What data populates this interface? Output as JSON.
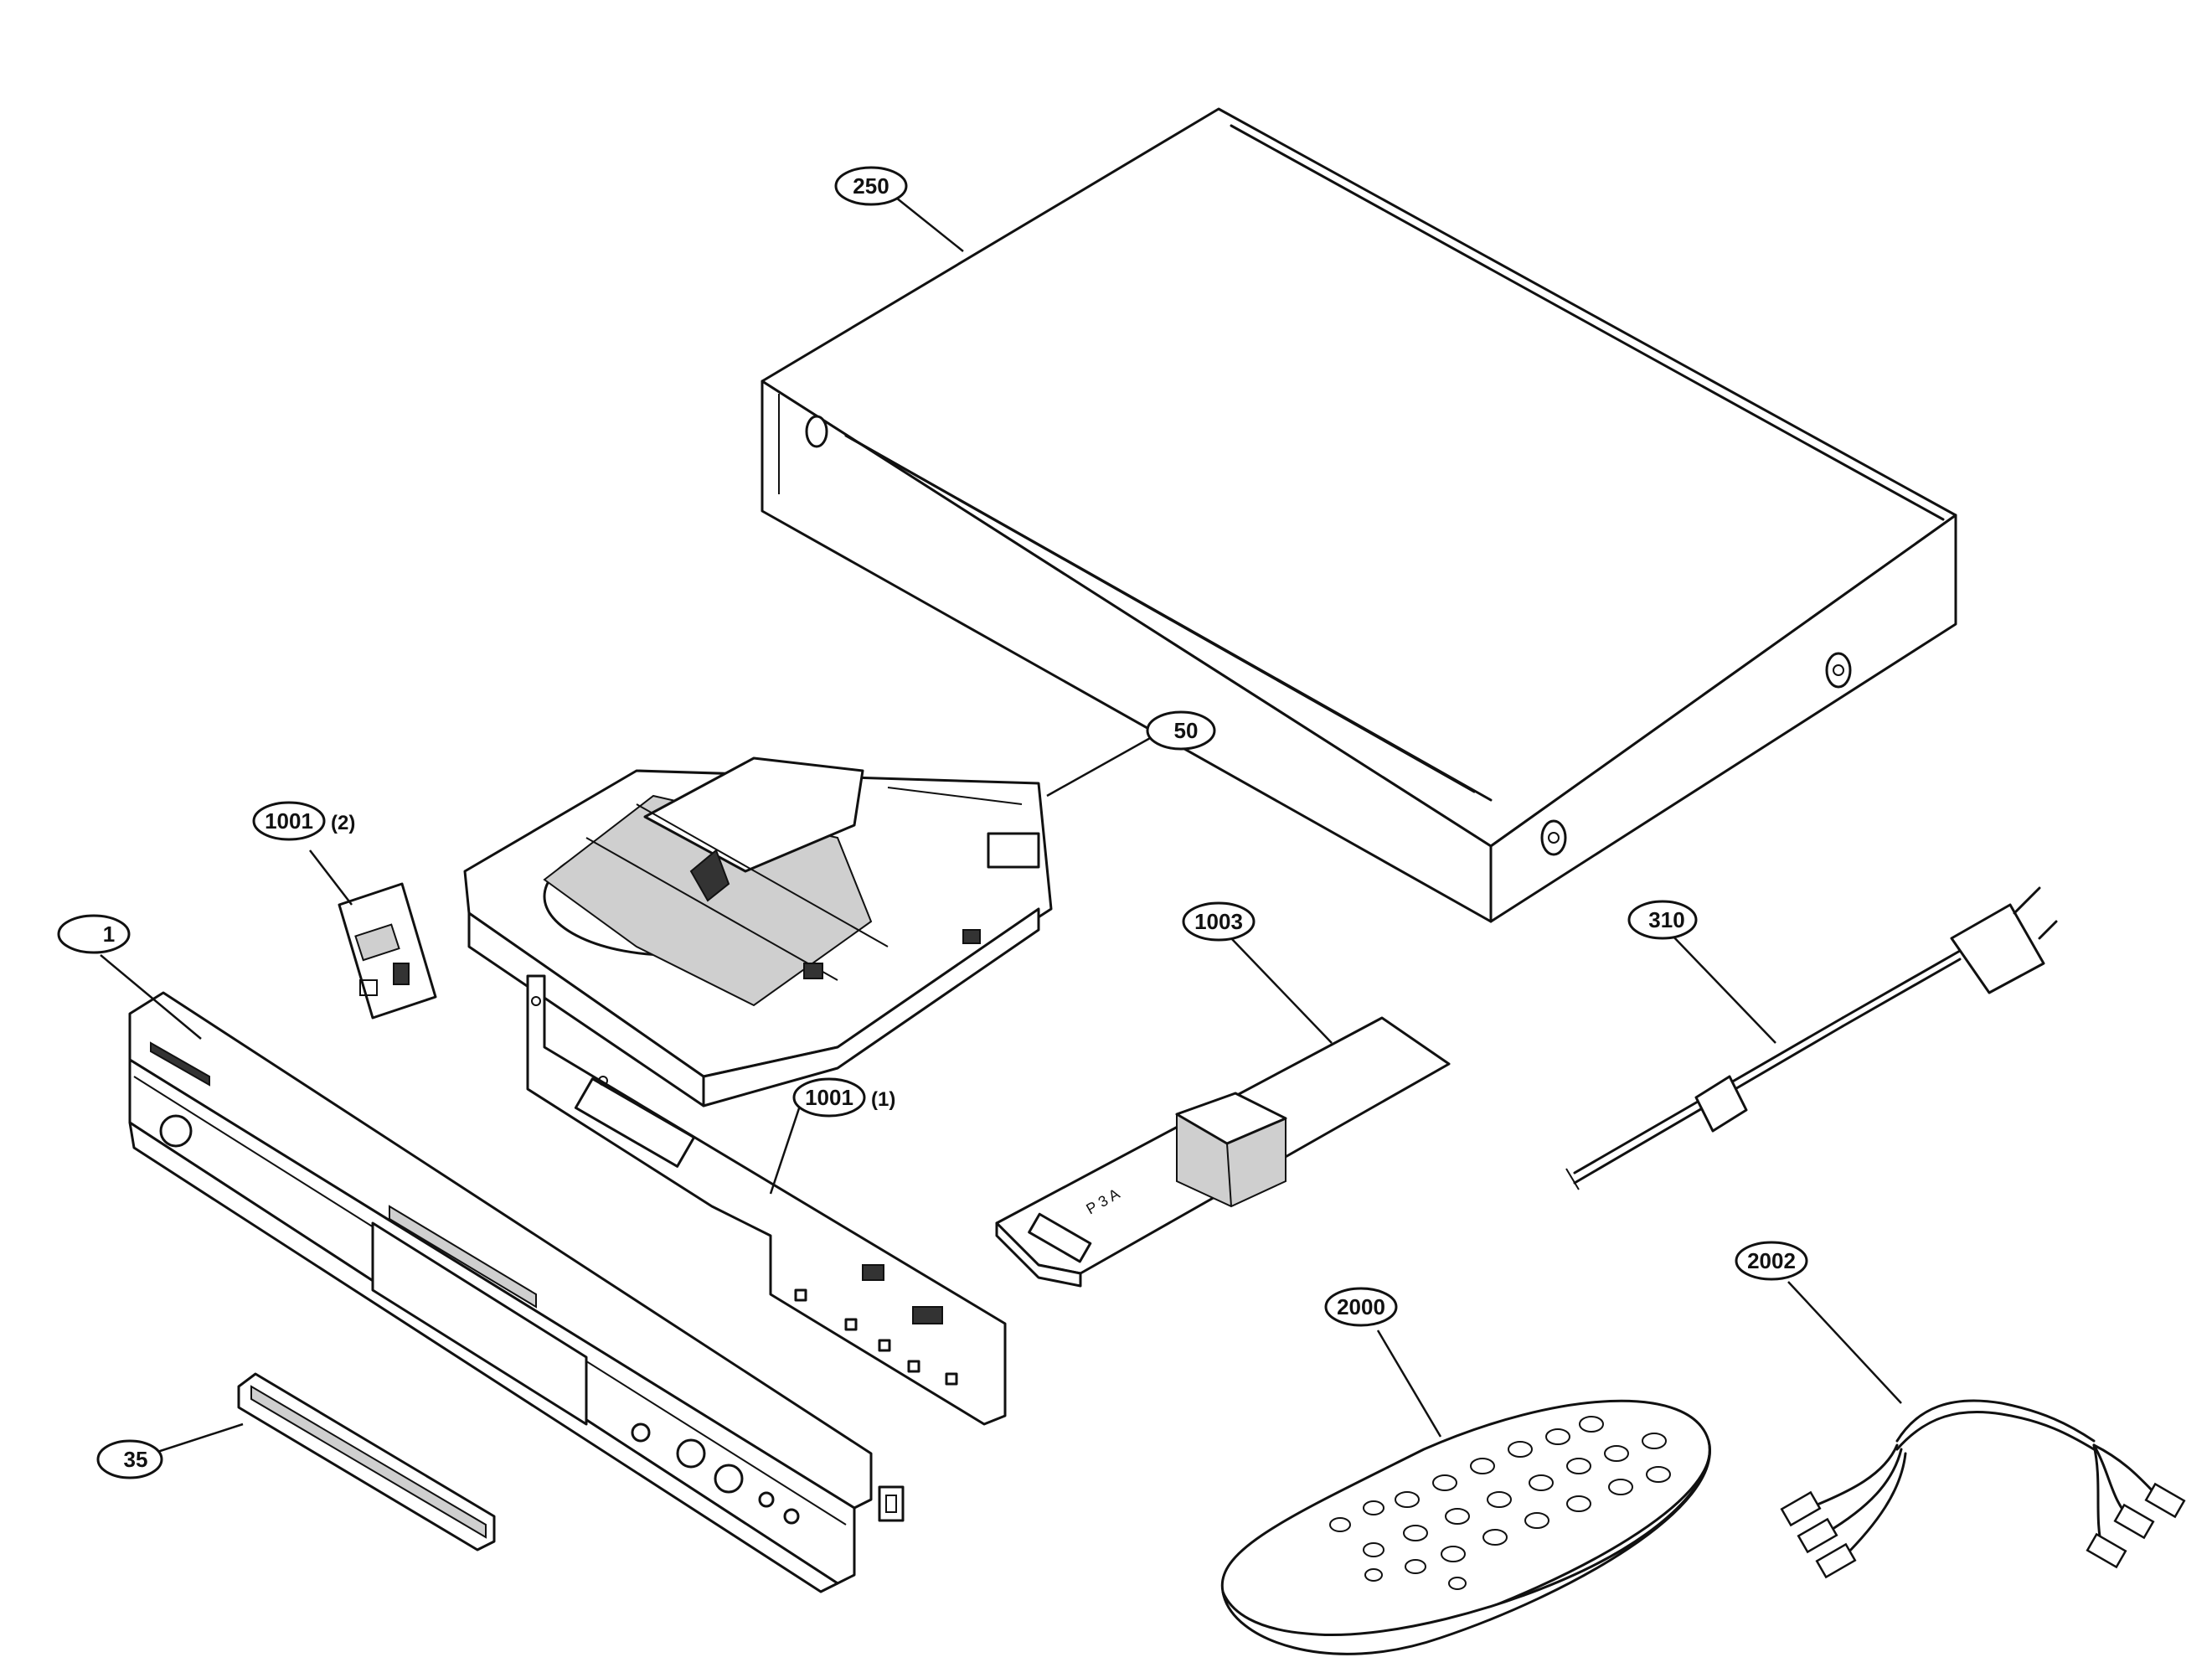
{
  "callouts": {
    "c250": "250",
    "c50": "50",
    "c1001_2": "1001",
    "c1001_2_qty": "(2)",
    "c1": "1",
    "c1001_1": "1001",
    "c1001_1_qty": "(1)",
    "c1003": "1003",
    "c310": "310",
    "c35": "35",
    "c2000": "2000",
    "c2002": "2002"
  }
}
